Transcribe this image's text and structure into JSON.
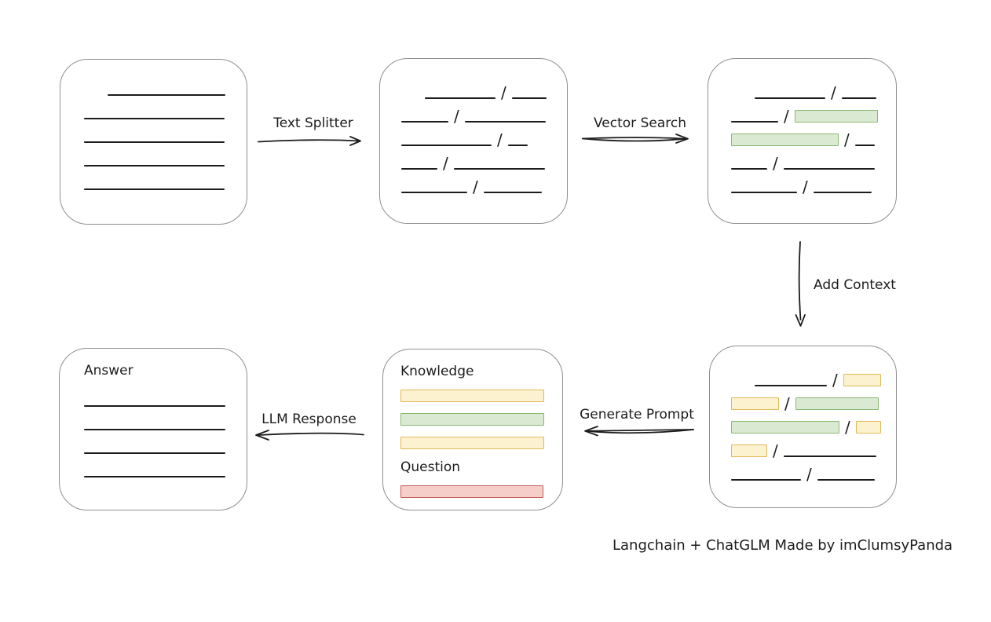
{
  "diagram": {
    "caption": "Langchain + ChatGLM Made by imClumsyPanda",
    "colors": {
      "line": "#1c1c1c",
      "box_border": "#8f8f8f",
      "green_fill": "#d9e9d2",
      "green_border": "#8ab873",
      "yellow_fill": "#fdf2d0",
      "yellow_border": "#dfba55",
      "red_fill": "#f5cdc9",
      "red_border": "#c05f5b"
    },
    "labels": {
      "text_splitter": "Text Splitter",
      "vector_search": "Vector Search",
      "add_context": "Add Context",
      "generate_prompt": "Generate Prompt",
      "llm_response": "LLM Response"
    },
    "nodes": {
      "source": {
        "rows": [
          {
            "indent": 30,
            "items": [
              {
                "k": "line",
                "w": 150
              }
            ]
          },
          {
            "items": [
              {
                "k": "line",
                "w": 179
              }
            ]
          },
          {
            "items": [
              {
                "k": "line",
                "w": 179
              }
            ]
          },
          {
            "items": [
              {
                "k": "line",
                "w": 179
              }
            ]
          },
          {
            "items": [
              {
                "k": "line",
                "w": 179
              }
            ]
          }
        ]
      },
      "split": {
        "rows": [
          {
            "indent": 30,
            "items": [
              {
                "k": "line",
                "w": 90
              },
              {
                "k": "slash"
              },
              {
                "k": "line",
                "w": 44
              }
            ]
          },
          {
            "items": [
              {
                "k": "line",
                "w": 60
              },
              {
                "k": "slash"
              },
              {
                "k": "line",
                "w": 103
              }
            ]
          },
          {
            "items": [
              {
                "k": "line",
                "w": 115
              },
              {
                "k": "slash"
              },
              {
                "k": "line",
                "w": 25
              }
            ]
          },
          {
            "items": [
              {
                "k": "line",
                "w": 46
              },
              {
                "k": "slash"
              },
              {
                "k": "line",
                "w": 116
              }
            ]
          },
          {
            "items": [
              {
                "k": "line",
                "w": 84
              },
              {
                "k": "slash"
              },
              {
                "k": "line",
                "w": 74
              }
            ]
          }
        ]
      },
      "vector": {
        "rows": [
          {
            "indent": 30,
            "items": [
              {
                "k": "line",
                "w": 90
              },
              {
                "k": "slash"
              },
              {
                "k": "line",
                "w": 44
              }
            ]
          },
          {
            "items": [
              {
                "k": "line",
                "w": 60
              },
              {
                "k": "slash"
              },
              {
                "k": "chip",
                "c": "green",
                "w": 106
              }
            ]
          },
          {
            "items": [
              {
                "k": "chip",
                "c": "green",
                "w": 137
              },
              {
                "k": "slash"
              },
              {
                "k": "line",
                "w": 25
              }
            ]
          },
          {
            "items": [
              {
                "k": "line",
                "w": 46
              },
              {
                "k": "slash"
              },
              {
                "k": "line",
                "w": 116
              }
            ]
          },
          {
            "items": [
              {
                "k": "line",
                "w": 84
              },
              {
                "k": "slash"
              },
              {
                "k": "line",
                "w": 74
              }
            ]
          }
        ]
      },
      "context": {
        "rows": [
          {
            "indent": 30,
            "items": [
              {
                "k": "line",
                "w": 92
              },
              {
                "k": "slash"
              },
              {
                "k": "chip",
                "c": "yellow",
                "w": 48
              }
            ]
          },
          {
            "items": [
              {
                "k": "chip",
                "c": "yellow",
                "w": 61
              },
              {
                "k": "slash"
              },
              {
                "k": "chip",
                "c": "green",
                "w": 106
              }
            ]
          },
          {
            "items": [
              {
                "k": "chip",
                "c": "green",
                "w": 138
              },
              {
                "k": "slash"
              },
              {
                "k": "chip",
                "c": "yellow",
                "w": 32
              }
            ]
          },
          {
            "items": [
              {
                "k": "chip",
                "c": "yellow",
                "w": 46
              },
              {
                "k": "slash"
              },
              {
                "k": "line",
                "w": 118
              }
            ]
          },
          {
            "items": [
              {
                "k": "line",
                "w": 89
              },
              {
                "k": "slash"
              },
              {
                "k": "line",
                "w": 73
              }
            ]
          }
        ]
      },
      "prompt": {
        "rows": [
          {
            "cls": "title-row",
            "items": [
              {
                "k": "text",
                "v": "Knowledge"
              }
            ]
          },
          {
            "cls": "center",
            "items": [
              {
                "k": "chip",
                "c": "yellow",
                "w": 183
              }
            ]
          },
          {
            "cls": "center",
            "items": [
              {
                "k": "chip",
                "c": "green",
                "w": 183
              }
            ]
          },
          {
            "cls": "center",
            "items": [
              {
                "k": "chip",
                "c": "yellow",
                "w": 183
              }
            ]
          },
          {
            "cls": "title-row mt8",
            "items": [
              {
                "k": "text",
                "v": "Question"
              }
            ]
          },
          {
            "cls": "center",
            "items": [
              {
                "k": "chip",
                "c": "red",
                "w": 182
              }
            ]
          }
        ]
      },
      "answer": {
        "rows": [
          {
            "cls": "title-row",
            "items": [
              {
                "k": "text",
                "v": "Answer"
              }
            ]
          },
          {
            "items": [
              {
                "k": "line",
                "w": 180
              }
            ]
          },
          {
            "items": [
              {
                "k": "line",
                "w": 180
              }
            ]
          },
          {
            "items": [
              {
                "k": "line",
                "w": 180
              }
            ]
          },
          {
            "items": [
              {
                "k": "line",
                "w": 180
              }
            ]
          }
        ]
      }
    }
  }
}
